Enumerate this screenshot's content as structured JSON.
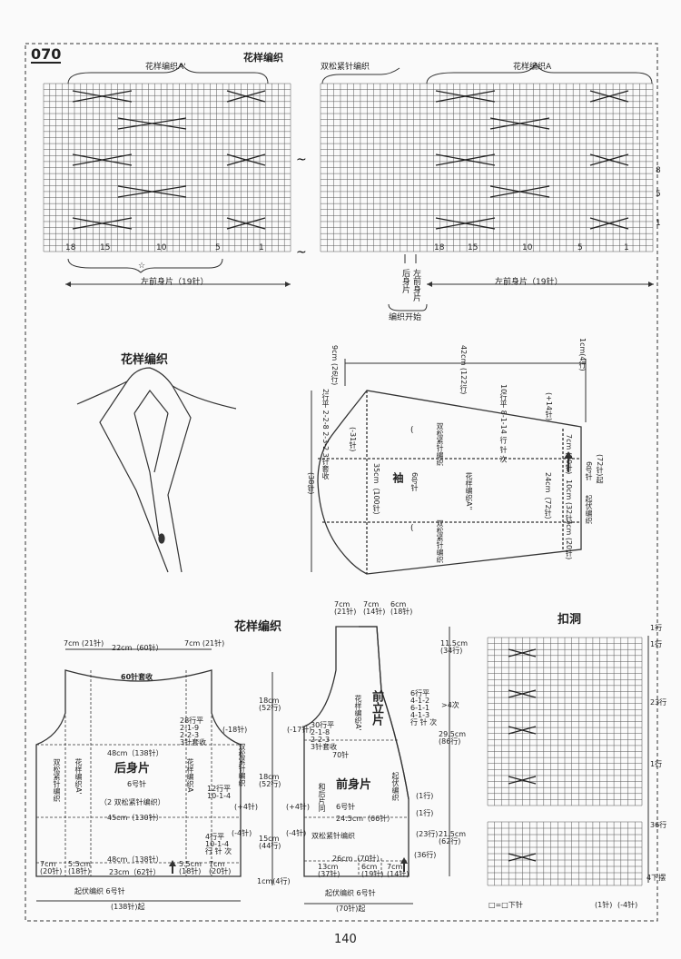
{
  "header": {
    "pattern_number": "070",
    "page_number": "140"
  },
  "chart_top": {
    "title": "花样编织",
    "left_label": "花样编织A'",
    "right_label_1": "双松紧针编织",
    "right_label_2": "花样编织A",
    "row_marks": [
      "8",
      "5",
      "1"
    ],
    "col_marks_left": [
      "18",
      "15",
      "10",
      "5",
      "1"
    ],
    "col_marks_right": [
      "18",
      "15",
      "10",
      "5",
      "1"
    ],
    "star": "☆",
    "left_width": "左前身片（19针）",
    "right_width": "左前身片（19针）",
    "back_piece": "后身片",
    "front_piece": "左前身片",
    "start": "编织开始"
  },
  "collar": {
    "title": "花样编织"
  },
  "sleeve": {
    "h1": "9cm\n(26行)",
    "h2": "42cm\n(122行)",
    "h3": "1cm(4行)",
    "dec_left": "2行平\n2-2-8\n2-3-2\n3针套收",
    "minus31": "(-31针)",
    "w38": "(38针)",
    "w35": "35cm（100针）",
    "inc": "10行平\n8-1-14\n行 针 次",
    "plus14": "(+14针)",
    "seven1": "7cm\n(20针)",
    "ten": "10cm\n(32针)",
    "twentyfour": "24cm（72针）",
    "seven2": "7cm\n(20针)",
    "cast": "起伏编织",
    "needle": "6号针",
    "total": "(72针)起",
    "piece": "袖",
    "needle2": "6号针",
    "pattern": "花样编织A''",
    "rib1": "双松紧针编织",
    "rib2": "双松紧针编织",
    "paren": "("
  },
  "back": {
    "title": "花样编织",
    "top1": "7cm\n(21针)",
    "top2": "22cm（60针）",
    "top3": "7cm\n(21针)",
    "bind": "60针套收",
    "armhole": "28行平\n2-1-9\n2-2-3\n3针套收",
    "minus18": "(-18针)",
    "w48": "48cm（138针）",
    "w45": "45cm（130针）",
    "w48b": "48cm（138针）",
    "piece": "后身片",
    "needle": "6号针",
    "note": "（2 双松紧针编织）",
    "rib_l": "双松紧针编织",
    "pat_l": "花样编织A'",
    "pat_r": "花样编织A",
    "rib_r": "双松紧针编织",
    "inc1": "12行平\n10-1-4",
    "plus4": "(+4针)",
    "minus4": "(-4针)",
    "dec2": "4行平\n10-1-4\n行 针 次",
    "b1": "7cm\n(20针)",
    "b2": "5.5cm\n(18针)",
    "b3": "23cm（62针）",
    "b4": "5.5cm\n(18针)",
    "b5": "7cm\n(20针)",
    "cast": "起伏编织  6号针",
    "total": "(138针)起",
    "arrow_up": "↑"
  },
  "front": {
    "t1": "7cm\n(21针)",
    "t2": "7cm\n(14针)",
    "t3": "6cm\n(18针)",
    "h1": "11.5cm\n(34行)",
    "h2": "29.5cm\n(86行)",
    "h3": "21.5cm\n(62行)",
    "v1": "18cm\n(52行)",
    "v2": "18cm\n(52行)",
    "v3": "15cm\n(44行)",
    "v4": "1cm(4行)",
    "minus17": "(-17针)",
    "arm": "30行平\n2-1-8\n2-2-3\n3针套收",
    "band": "前立片",
    "pat": "花样编织A'",
    "band_dec": "6行平\n4-1-2\n6-1-1\n4-1-3\n行 针 次",
    "times": ">4次",
    "w70": "70针",
    "piece": "前身片",
    "needle": "6号针",
    "w245": "24.5cm（66针）",
    "rows1": "(1行)",
    "rows2": "(23行)",
    "rows3": "(1行)",
    "rows4": "(36行)",
    "border": "起伏编织",
    "sew": "和后片同",
    "plus4": "(+4针)",
    "minus4": "(-4针)",
    "rib": "双松紧针编织",
    "w26": "26cm（70针）",
    "b1": "13cm\n(37针)",
    "b2": "6cm\n(19针)",
    "b3": "7cm\n(14针)",
    "cast": "起伏编织  6号针",
    "total": "(70针)起"
  },
  "buttonhole": {
    "title": "扣洞",
    "r1": "1行",
    "r2": "1行",
    "r23": "23行",
    "r1b": "1行",
    "r36": "36行",
    "r4": "4下摆",
    "legend": "□=□下针",
    "bottom1": "(1针)",
    "bottom2": "(-4针)"
  }
}
